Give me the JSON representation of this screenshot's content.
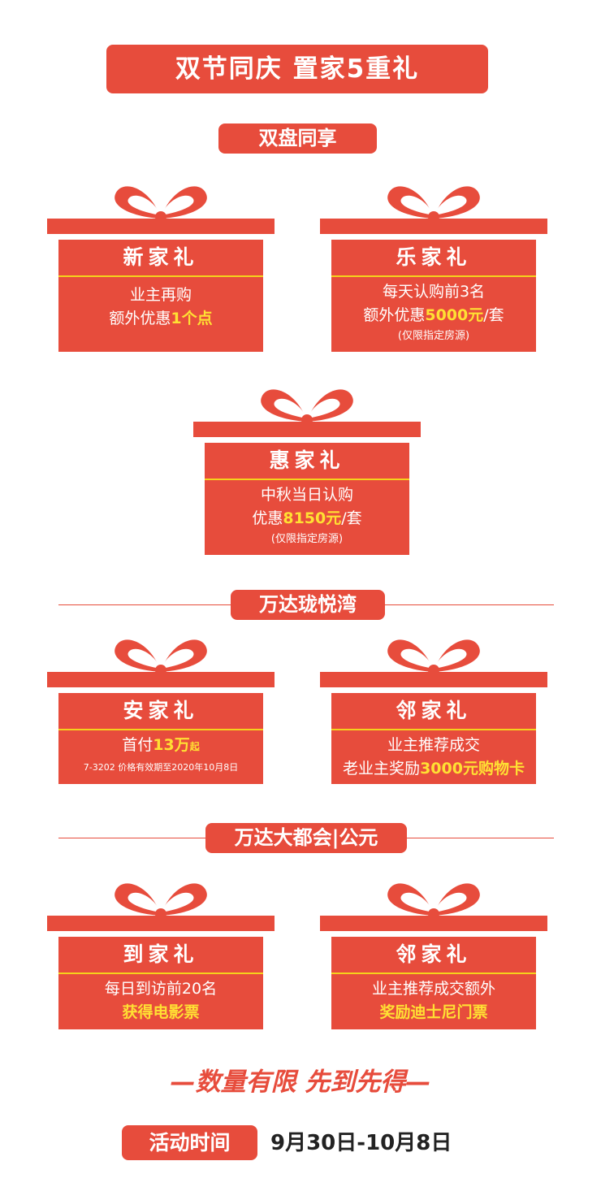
{
  "banner": {
    "title": "双节同庆 置家5重礼"
  },
  "sections": {
    "s1": "双盘同享",
    "s2": "万达珑悦湾",
    "s3": "万达大都会|公元"
  },
  "gifts": {
    "g1": {
      "title": "新家礼",
      "line1": "业主再购",
      "line2_prefix": "额外优惠",
      "line2_hl": "1个点"
    },
    "g2": {
      "title": "乐家礼",
      "line1": "每天认购前3名",
      "line2_prefix": "额外优惠",
      "line2_hl": "5000元",
      "line2_suffix": "/套",
      "note": "(仅限指定房源)"
    },
    "g3": {
      "title": "惠家礼",
      "line1": "中秋当日认购",
      "line2_prefix": "优惠",
      "line2_hl": "8150元",
      "line2_suffix": "/套",
      "note": "(仅限指定房源)"
    },
    "g4": {
      "title": "安家礼",
      "line1_prefix": "首付",
      "line1_hl": "13万",
      "line1_hl_small": "起",
      "note": "7-3202 价格有效期至2020年10月8日"
    },
    "g5": {
      "title": "邻家礼",
      "line1": "业主推荐成交",
      "line2_prefix": "老业主奖励",
      "line2_hl": "3000元购物卡"
    },
    "g6": {
      "title": "到家礼",
      "line1": "每日到访前20名",
      "line2_hl": "获得电影票"
    },
    "g7": {
      "title": "邻家礼",
      "line1": "业主推荐成交额外",
      "line2_hl": "奖励迪士尼门票"
    }
  },
  "footer": {
    "slogan": "—数量有限 先到先得—",
    "time_label": "活动时间",
    "time_value": "9月30日-10月8日"
  },
  "colors": {
    "primary": "#e74c3c",
    "highlight": "#ffe033",
    "rule": "#f5d21c"
  },
  "icons": {
    "bow": "ribbon-bow-icon"
  }
}
